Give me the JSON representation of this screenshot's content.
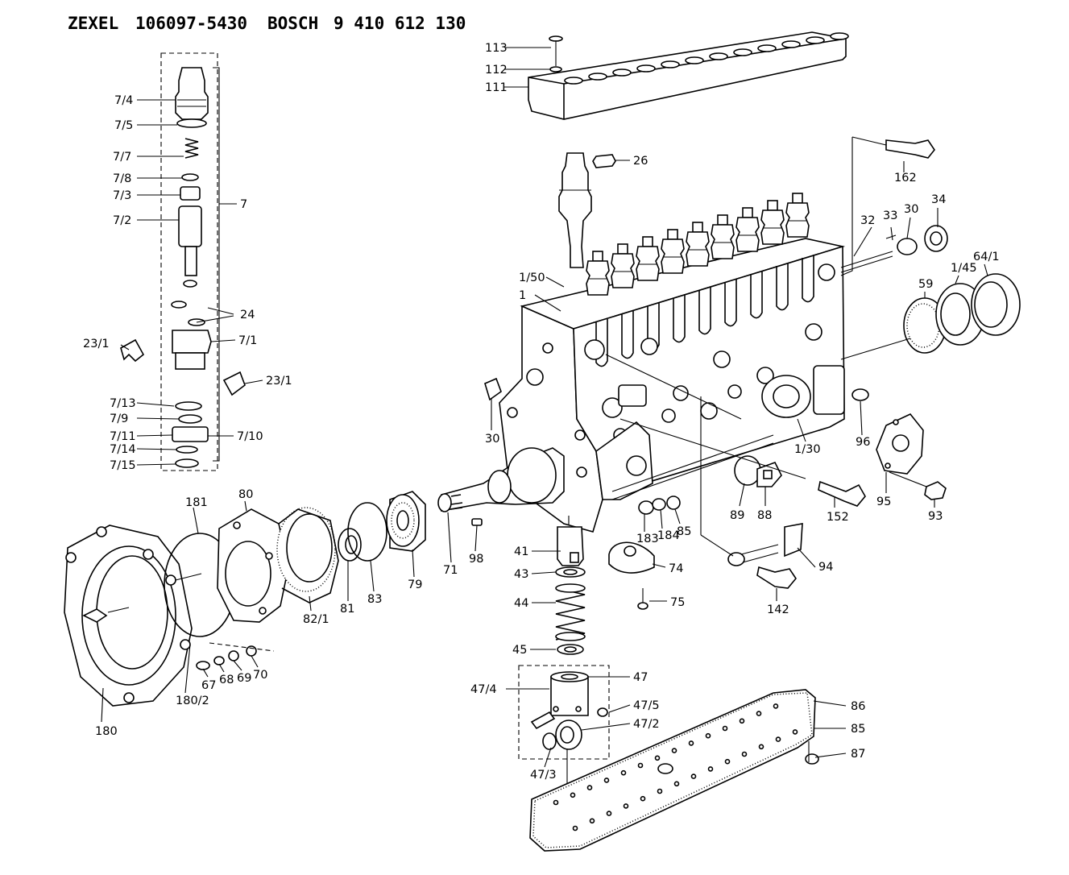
{
  "header": {
    "maker1": "ZEXEL",
    "number1": "106097-5430",
    "maker2": "BOSCH",
    "number2": "9 410 612 130"
  },
  "labels": {
    "l113": "113",
    "l112": "112",
    "l111": "111",
    "l7_4": "7/4",
    "l7_5": "7/5",
    "l7_7": "7/7",
    "l7_8": "7/8",
    "l7_3": "7/3",
    "l7_2": "7/2",
    "l7": "7",
    "l24": "24",
    "l7_1": "7/1",
    "l23_1a": "23/1",
    "l23_1b": "23/1",
    "l7_13": "7/13",
    "l7_9": "7/9",
    "l7_11": "7/11",
    "l7_10": "7/10",
    "l7_14": "7/14",
    "l7_15": "7/15",
    "l26": "26",
    "l162": "162",
    "l32": "32",
    "l33": "33",
    "l30a": "30",
    "l34": "34",
    "l1_45": "1/45",
    "l64_1": "64/1",
    "l59": "59",
    "l1_50": "1/50",
    "l1": "1",
    "l30b": "30",
    "l96": "96",
    "l1_30": "1/30",
    "l95": "95",
    "l93": "93",
    "l89": "89",
    "l88": "88",
    "l152": "152",
    "l183": "183",
    "l184": "184",
    "l85a": "85",
    "l94": "94",
    "l74": "74",
    "l142": "142",
    "l75": "75",
    "l181": "181",
    "l80": "80",
    "l79": "79",
    "l71": "71",
    "l98": "98",
    "l41": "41",
    "l43": "43",
    "l44": "44",
    "l45": "45",
    "l47": "47",
    "l82_1": "82/1",
    "l81": "81",
    "l83": "83",
    "l67": "67",
    "l68": "68",
    "l69": "69",
    "l70": "70",
    "l180_2": "180/2",
    "l180": "180",
    "l47_4": "47/4",
    "l47_5": "47/5",
    "l47_2": "47/2",
    "l47_3": "47/3",
    "l86": "86",
    "l85b": "85",
    "l87": "87"
  }
}
